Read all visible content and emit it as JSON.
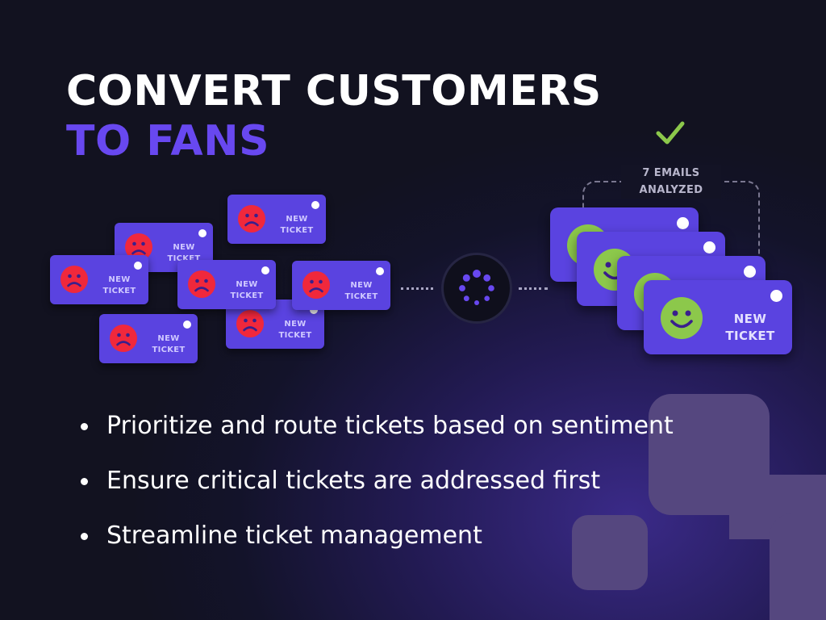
{
  "headline": {
    "line1": "CONVERT CUSTOMERS",
    "line2": "TO FANS"
  },
  "colors": {
    "background": "#121220",
    "accent": "#6848f0",
    "ticket": "#5a43e0",
    "sad_face": "#f0283c",
    "happy_face": "#8cc84b",
    "check": "#8cc84b"
  },
  "ticket_label": {
    "line1": "NEW",
    "line2": "TICKET"
  },
  "status": {
    "line1": "7 EMAILS",
    "line2": "ANALYZED"
  },
  "icons": {
    "sad": "sad-face-icon",
    "happy": "happy-face-icon",
    "check": "checkmark-icon",
    "spinner": "loading-spinner-icon"
  },
  "bullets": [
    "Prioritize and route tickets based on sentiment",
    "Ensure critical tickets are addressed first",
    "Streamline ticket management"
  ]
}
